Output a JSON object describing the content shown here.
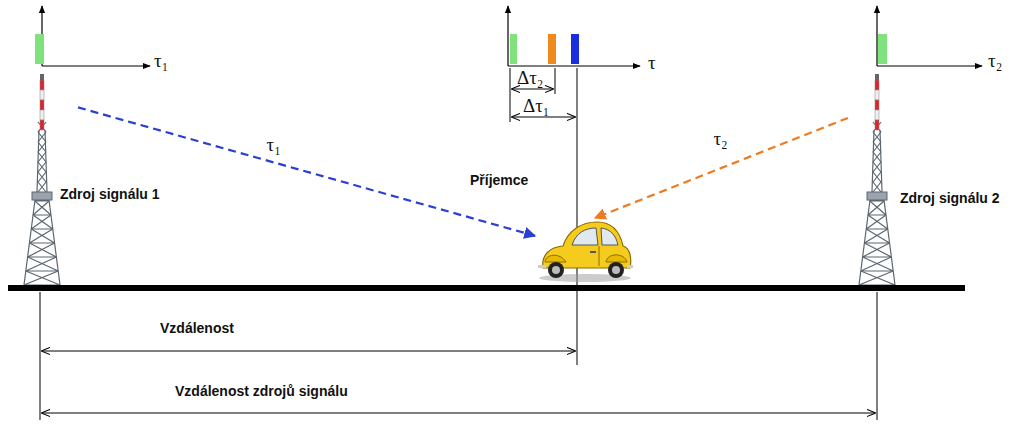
{
  "diagram": {
    "nodes": [
      {
        "text": [
          "Zdroj signálu 1"
        ]
      },
      {
        "text": [
          "Příjemce"
        ]
      },
      {
        "text": [
          "Zdroj signálu 2"
        ]
      }
    ],
    "edges": [
      {
        "from": 0,
        "to": 1,
        "label": "τ₁",
        "arrow": "to"
      },
      {
        "from": 2,
        "to": 1,
        "label": "τ₂",
        "arrow": "to"
      }
    ],
    "labels": [
      "τ₁",
      "τ",
      "τ₂",
      "Δτ₂",
      "Δτ₁",
      "Vzdálenost",
      "Vzdálenost zdrojů signálu"
    ]
  }
}
